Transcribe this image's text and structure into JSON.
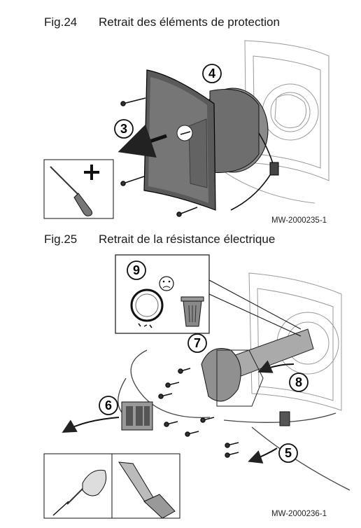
{
  "figures": [
    {
      "number": "Fig.24",
      "title": "Retrait des éléments de protection",
      "reference": "MW-2000235-1",
      "callouts": [
        "3",
        "4"
      ]
    },
    {
      "number": "Fig.25",
      "title": "Retrait de la résistance électrique",
      "reference": "MW-2000236-1",
      "callouts": [
        "5",
        "6",
        "7",
        "8",
        "9"
      ]
    }
  ],
  "icons": [
    "screwdriver-icon",
    "plus-icon",
    "sad-face-icon",
    "trash-bin-icon",
    "ring-gasket-icon",
    "hand-screwdriver-icon",
    "socket-wrench-icon"
  ]
}
